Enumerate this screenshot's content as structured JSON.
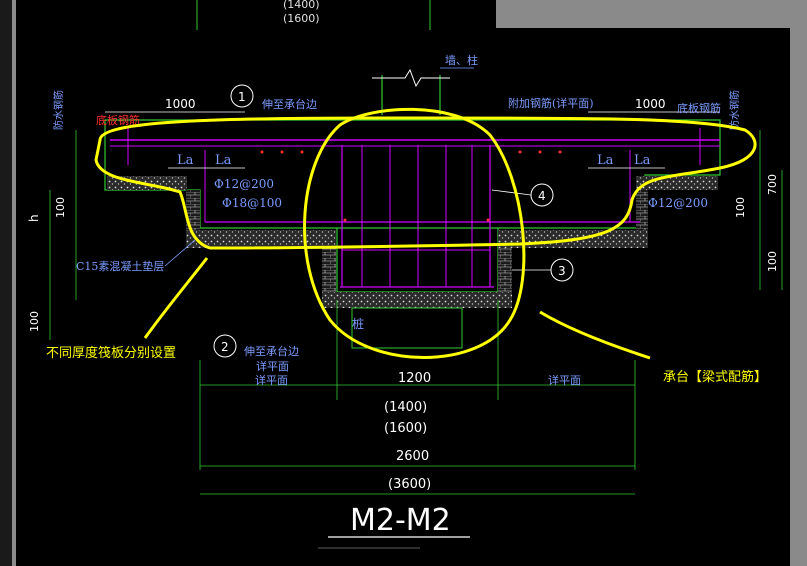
{
  "dims": {
    "top_1400": "(1400)",
    "top_1600": "(1600)",
    "left_1000": "1000",
    "right_1000": "1000",
    "h": "h",
    "left_100": "100",
    "left_bottom_100": "100",
    "right_100": "100",
    "right_700": "700",
    "right_bottom_100": "100",
    "mid_1200": "1200",
    "mid_1400": "(1400)",
    "mid_1600": "(1600)",
    "total_2600": "2600",
    "total_3600": "(3600)"
  },
  "labels": {
    "wall_column": "墙、柱",
    "extend_cap_edge_top": "伸至承台边",
    "extra_rebar": "附加钢筋(详平面)",
    "slab_rebar_left": "底板钢筋",
    "slab_rebar_right": "底板钢筋",
    "waterproof_left": "防水钢筋",
    "waterproof_right": "防水钢筋",
    "la_1": "La",
    "la_2": "La",
    "la_3": "La",
    "la_4": "La",
    "rebar_phi12": "Φ12@200",
    "rebar_phi18": "Φ18@100",
    "rebar_right_phi12": "Φ12@200",
    "c15_cushion": "C15素混凝土垫层",
    "pile": "桩",
    "extend_cap_edge_bottom": "伸至承台边",
    "see_plan_bottom": "详平面",
    "see_plan_left": "详平面",
    "see_plan_right": "详平面",
    "callout_1": "1",
    "callout_2": "2",
    "callout_3": "3",
    "callout_4": "4",
    "section_title": "M2-M2"
  },
  "annotations": {
    "left_note": "不同厚度筏板分别设置",
    "right_note": "承台【梁式配筋】"
  },
  "colors": {
    "background": "#000000",
    "dimension": "#ffffff",
    "green_line": "#32c832",
    "rebar": "#d000ff",
    "concrete": "#b8b8b8",
    "red_label": "#ff3030",
    "blue_label": "#7c9cff",
    "highlight": "#ffff00"
  }
}
